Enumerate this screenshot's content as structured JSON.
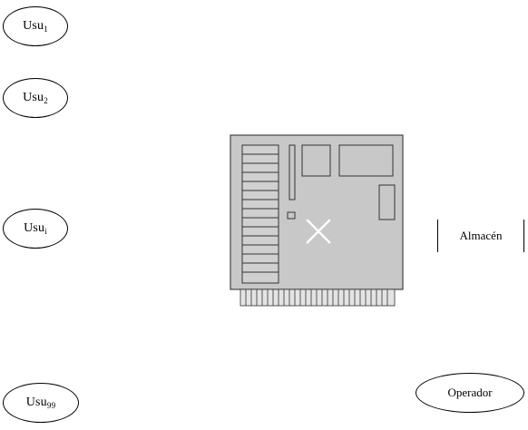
{
  "users": [
    {
      "base": "Usu",
      "sub": "1"
    },
    {
      "base": "Usu",
      "sub": "2"
    },
    {
      "base": "Usu",
      "sub": "i"
    },
    {
      "base": "Usu",
      "sub": "99"
    }
  ],
  "operator_label": "Operador",
  "store_label": "Almacén"
}
